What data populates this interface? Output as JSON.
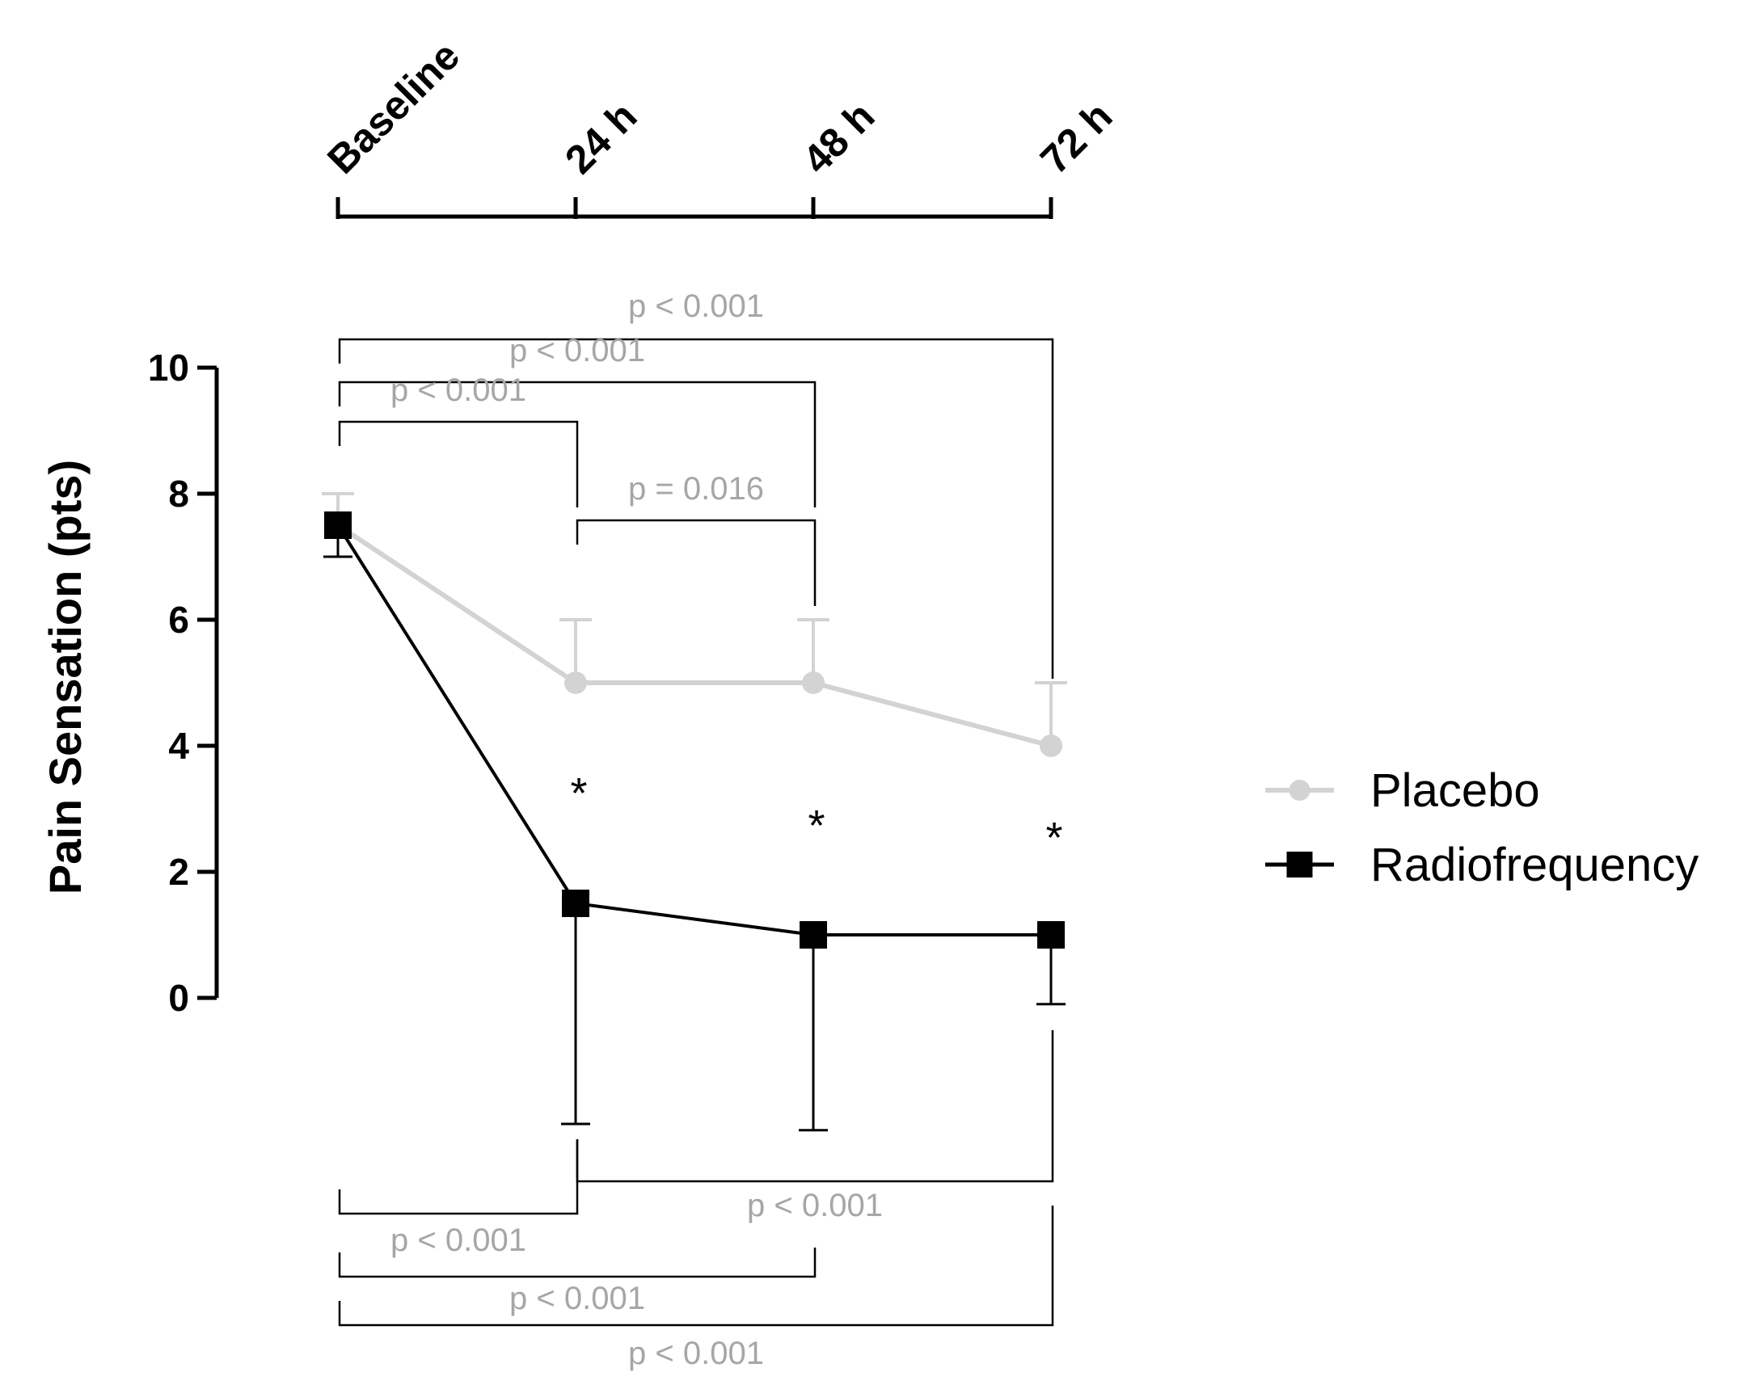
{
  "colors": {
    "placebo": "#d3d3d3",
    "radiofrequency": "#000000",
    "annotation": "#a6a6a6",
    "bracket": "#000000"
  },
  "chart_data": {
    "type": "line",
    "x": [
      "Baseline",
      "24 h",
      "48 h",
      "72 h"
    ],
    "ylabel": "Pain Sensation (pts)",
    "ylim": [
      0,
      10
    ],
    "yticks": [
      "0",
      "2",
      "4",
      "6",
      "8",
      "10"
    ],
    "grid": false,
    "legend_position": "right",
    "series": [
      {
        "name": "Placebo",
        "marker": "circle",
        "values": [
          7.5,
          5.0,
          5.0,
          4.0
        ],
        "error_upper": [
          8.0,
          6.0,
          6.0,
          5.0
        ]
      },
      {
        "name": "Radiofrequency",
        "marker": "square",
        "values": [
          7.5,
          1.5,
          1.0,
          1.0
        ],
        "error_lower": [
          7.0,
          -2.0,
          -2.1,
          -0.1
        ]
      }
    ],
    "significance": [
      "*",
      "*",
      "*"
    ],
    "placebo_comparisons": [
      {
        "from": "Baseline",
        "to": "72 h",
        "label": "p < 0.001"
      },
      {
        "from": "Baseline",
        "to": "48 h",
        "label": "p < 0.001"
      },
      {
        "from": "Baseline",
        "to": "24 h",
        "label": "p < 0.001"
      },
      {
        "from": "24 h",
        "to": "48 h",
        "label": "p = 0.016"
      }
    ],
    "radiofrequency_comparisons": [
      {
        "from": "24 h",
        "to": "72 h",
        "label": "p < 0.001"
      },
      {
        "from": "Baseline",
        "to": "24 h",
        "label": "p < 0.001"
      },
      {
        "from": "Baseline",
        "to": "48 h",
        "label": "p < 0.001"
      },
      {
        "from": "Baseline",
        "to": "72 h",
        "label": "p < 0.001"
      }
    ]
  }
}
